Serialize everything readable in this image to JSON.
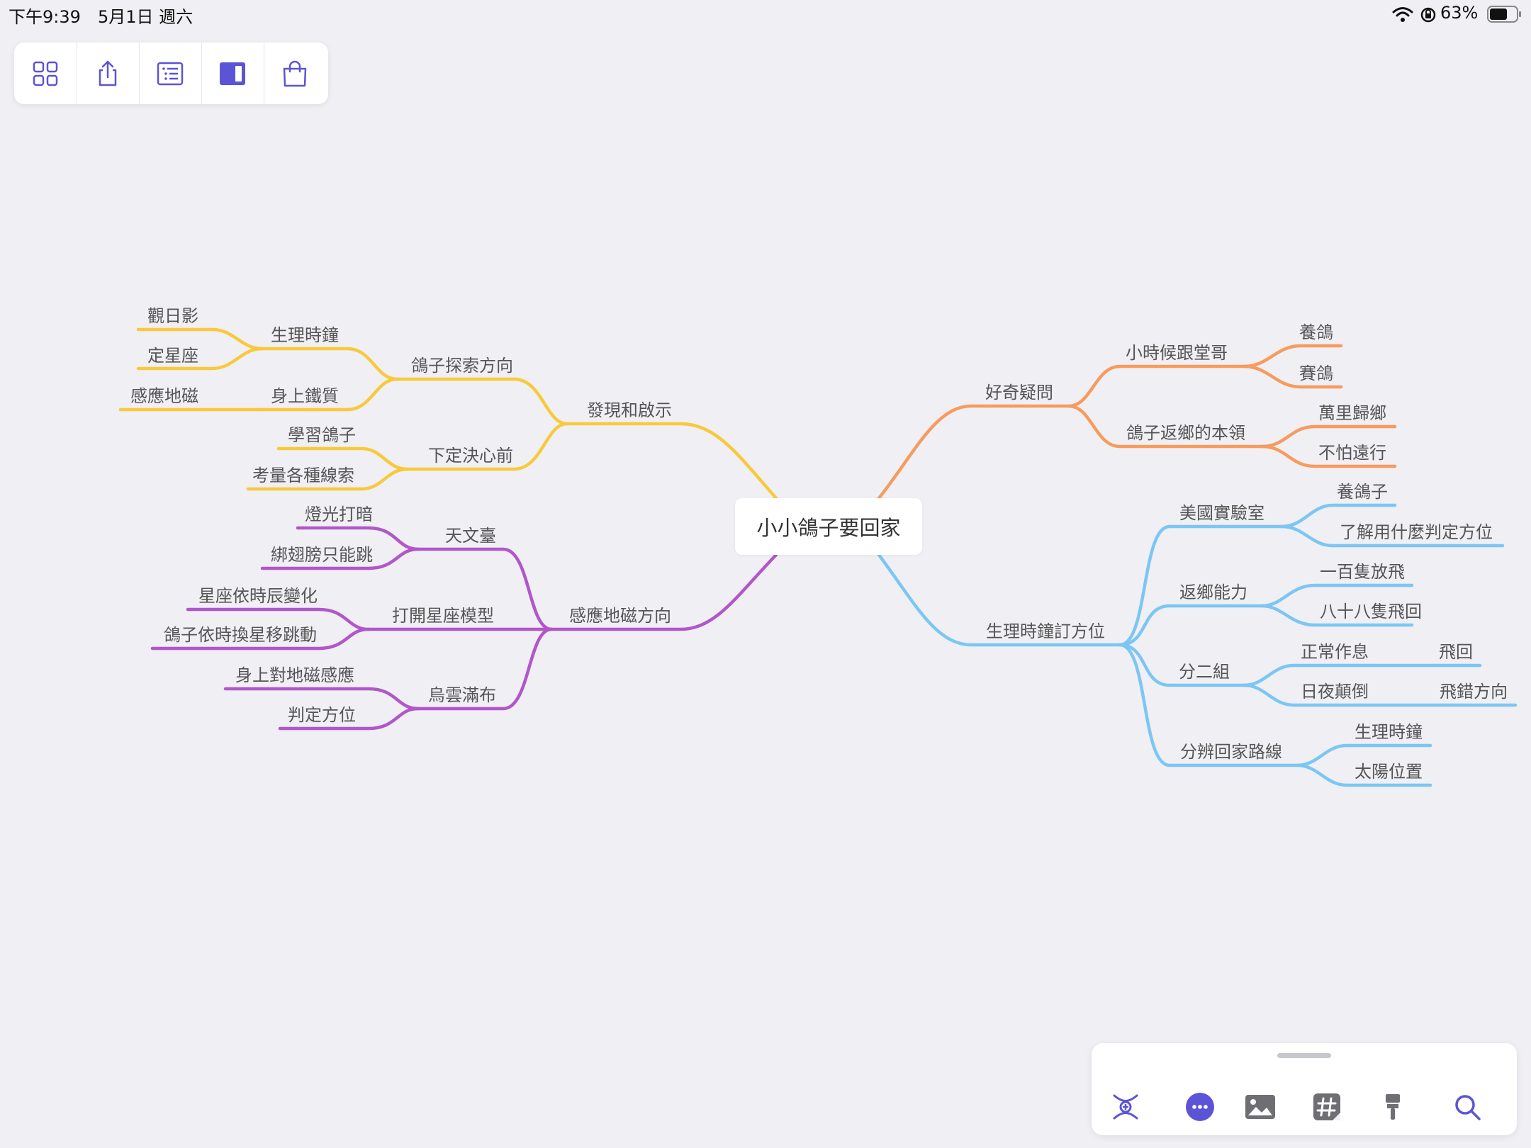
{
  "status_bar": {
    "time": "下午9:39",
    "date": "5月1日 週六",
    "battery": "63%"
  },
  "colors": {
    "background": "#efeff4",
    "accent": "#5b54d6",
    "yellow": "#f9c93c",
    "orange": "#f79b5e",
    "purple": "#b157c9",
    "blue": "#7cc6f3"
  },
  "toolbar": {
    "icons": [
      "grid-icon",
      "share-icon",
      "outline-icon",
      "sidebar-icon",
      "shopping-bag-icon"
    ]
  },
  "mindmap": {
    "root": "小小鴿子要回家",
    "branches": {
      "b1": {
        "label": "發現和啟示",
        "c1": {
          "label": "鴿子探索方向",
          "g1": {
            "label": "生理時鐘",
            "l1": "觀日影",
            "l2": "定星座"
          },
          "g2": {
            "label": "身上鐵質",
            "l1": "感應地磁"
          }
        },
        "c2": {
          "label": "下定決心前",
          "l1": "學習鴿子",
          "l2": "考量各種線索"
        }
      },
      "b2": {
        "label": "感應地磁方向",
        "c1": {
          "label": "天文臺",
          "l1": "燈光打暗",
          "l2": "綁翅膀只能跳"
        },
        "c2": {
          "label": "打開星座模型",
          "l1": "星座依時辰變化",
          "l2": "鴿子依時換星移跳動"
        },
        "c3": {
          "label": "烏雲滿布",
          "l1": "身上對地磁感應",
          "l2": "判定方位"
        }
      },
      "b3": {
        "label": "好奇疑問",
        "c1": {
          "label": "小時候跟堂哥",
          "l1": "養鴿",
          "l2": "賽鴿"
        },
        "c2": {
          "label": "鴿子返鄉的本領",
          "l1": "萬里歸鄉",
          "l2": "不怕遠行"
        }
      },
      "b4": {
        "label": "生理時鐘訂方位",
        "c1": {
          "label": "美國實驗室",
          "l1": "養鴿子",
          "l2": "了解用什麼判定方位"
        },
        "c2": {
          "label": "返鄉能力",
          "l1": "一百隻放飛",
          "l2": "八十八隻飛回"
        },
        "c3": {
          "label": "分二組",
          "g1": {
            "label": "正常作息",
            "l1": "飛回"
          },
          "g2": {
            "label": "日夜顛倒",
            "l1": "飛錯方向"
          }
        },
        "c4": {
          "label": "分辨回家路線",
          "l1": "生理時鐘",
          "l2": "太陽位置"
        }
      }
    }
  },
  "bottom_toolbar": {
    "icons": [
      "relationship-icon",
      "more-icon",
      "image-icon",
      "hashtag-icon",
      "format-painter-icon",
      "search-icon"
    ]
  }
}
